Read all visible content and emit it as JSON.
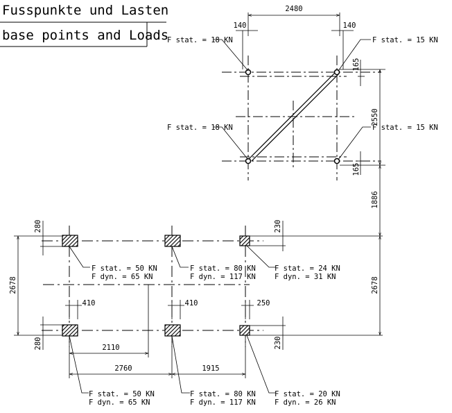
{
  "title": {
    "line1": "Fusspunkte und Lasten",
    "line2": "base points and Loads"
  },
  "dimensions": {
    "top_width": "2480",
    "top_offset_left": "140",
    "top_offset_right": "140",
    "top_height": "2550",
    "top_offset_upper": "165",
    "top_offset_lower": "165",
    "gap_vertical": "1886",
    "lower_height_left": "2678",
    "lower_height_right": "2678",
    "pad_height_upper_left": "280",
    "pad_height_lower_left": "280",
    "pad_height_upper_right": "230",
    "pad_height_lower_right": "230",
    "pad_width_left": "410",
    "pad_width_mid": "410",
    "pad_width_right": "250",
    "span_2110": "2110",
    "span_2760": "2760",
    "span_1915": "1915"
  },
  "loads_upper_frame": {
    "top_left": "F stat. = 18 KN",
    "top_right": "F stat. = 15 KN",
    "bottom_left": "F stat. = 18 KN",
    "bottom_right": "F stat. = 15 KN"
  },
  "loads_base": {
    "upper_left": {
      "stat": "F stat. = 50 KN",
      "dyn": "F dyn. = 65 KN"
    },
    "upper_mid": {
      "stat": "F stat. = 80 KN",
      "dyn": "F dyn. = 117 KN"
    },
    "upper_right": {
      "stat": "F stat. = 24 KN",
      "dyn": "F dyn. = 31 KN"
    },
    "lower_left": {
      "stat": "F stat. = 50 KN",
      "dyn": "F dyn. = 65 KN"
    },
    "lower_mid": {
      "stat": "F stat. = 80 KN",
      "dyn": "F dyn. = 117 KN"
    },
    "lower_right": {
      "stat": "F stat. = 20 KN",
      "dyn": "F dyn. = 26 KN"
    }
  },
  "colors": {
    "line": "#000000",
    "background": "#ffffff"
  }
}
